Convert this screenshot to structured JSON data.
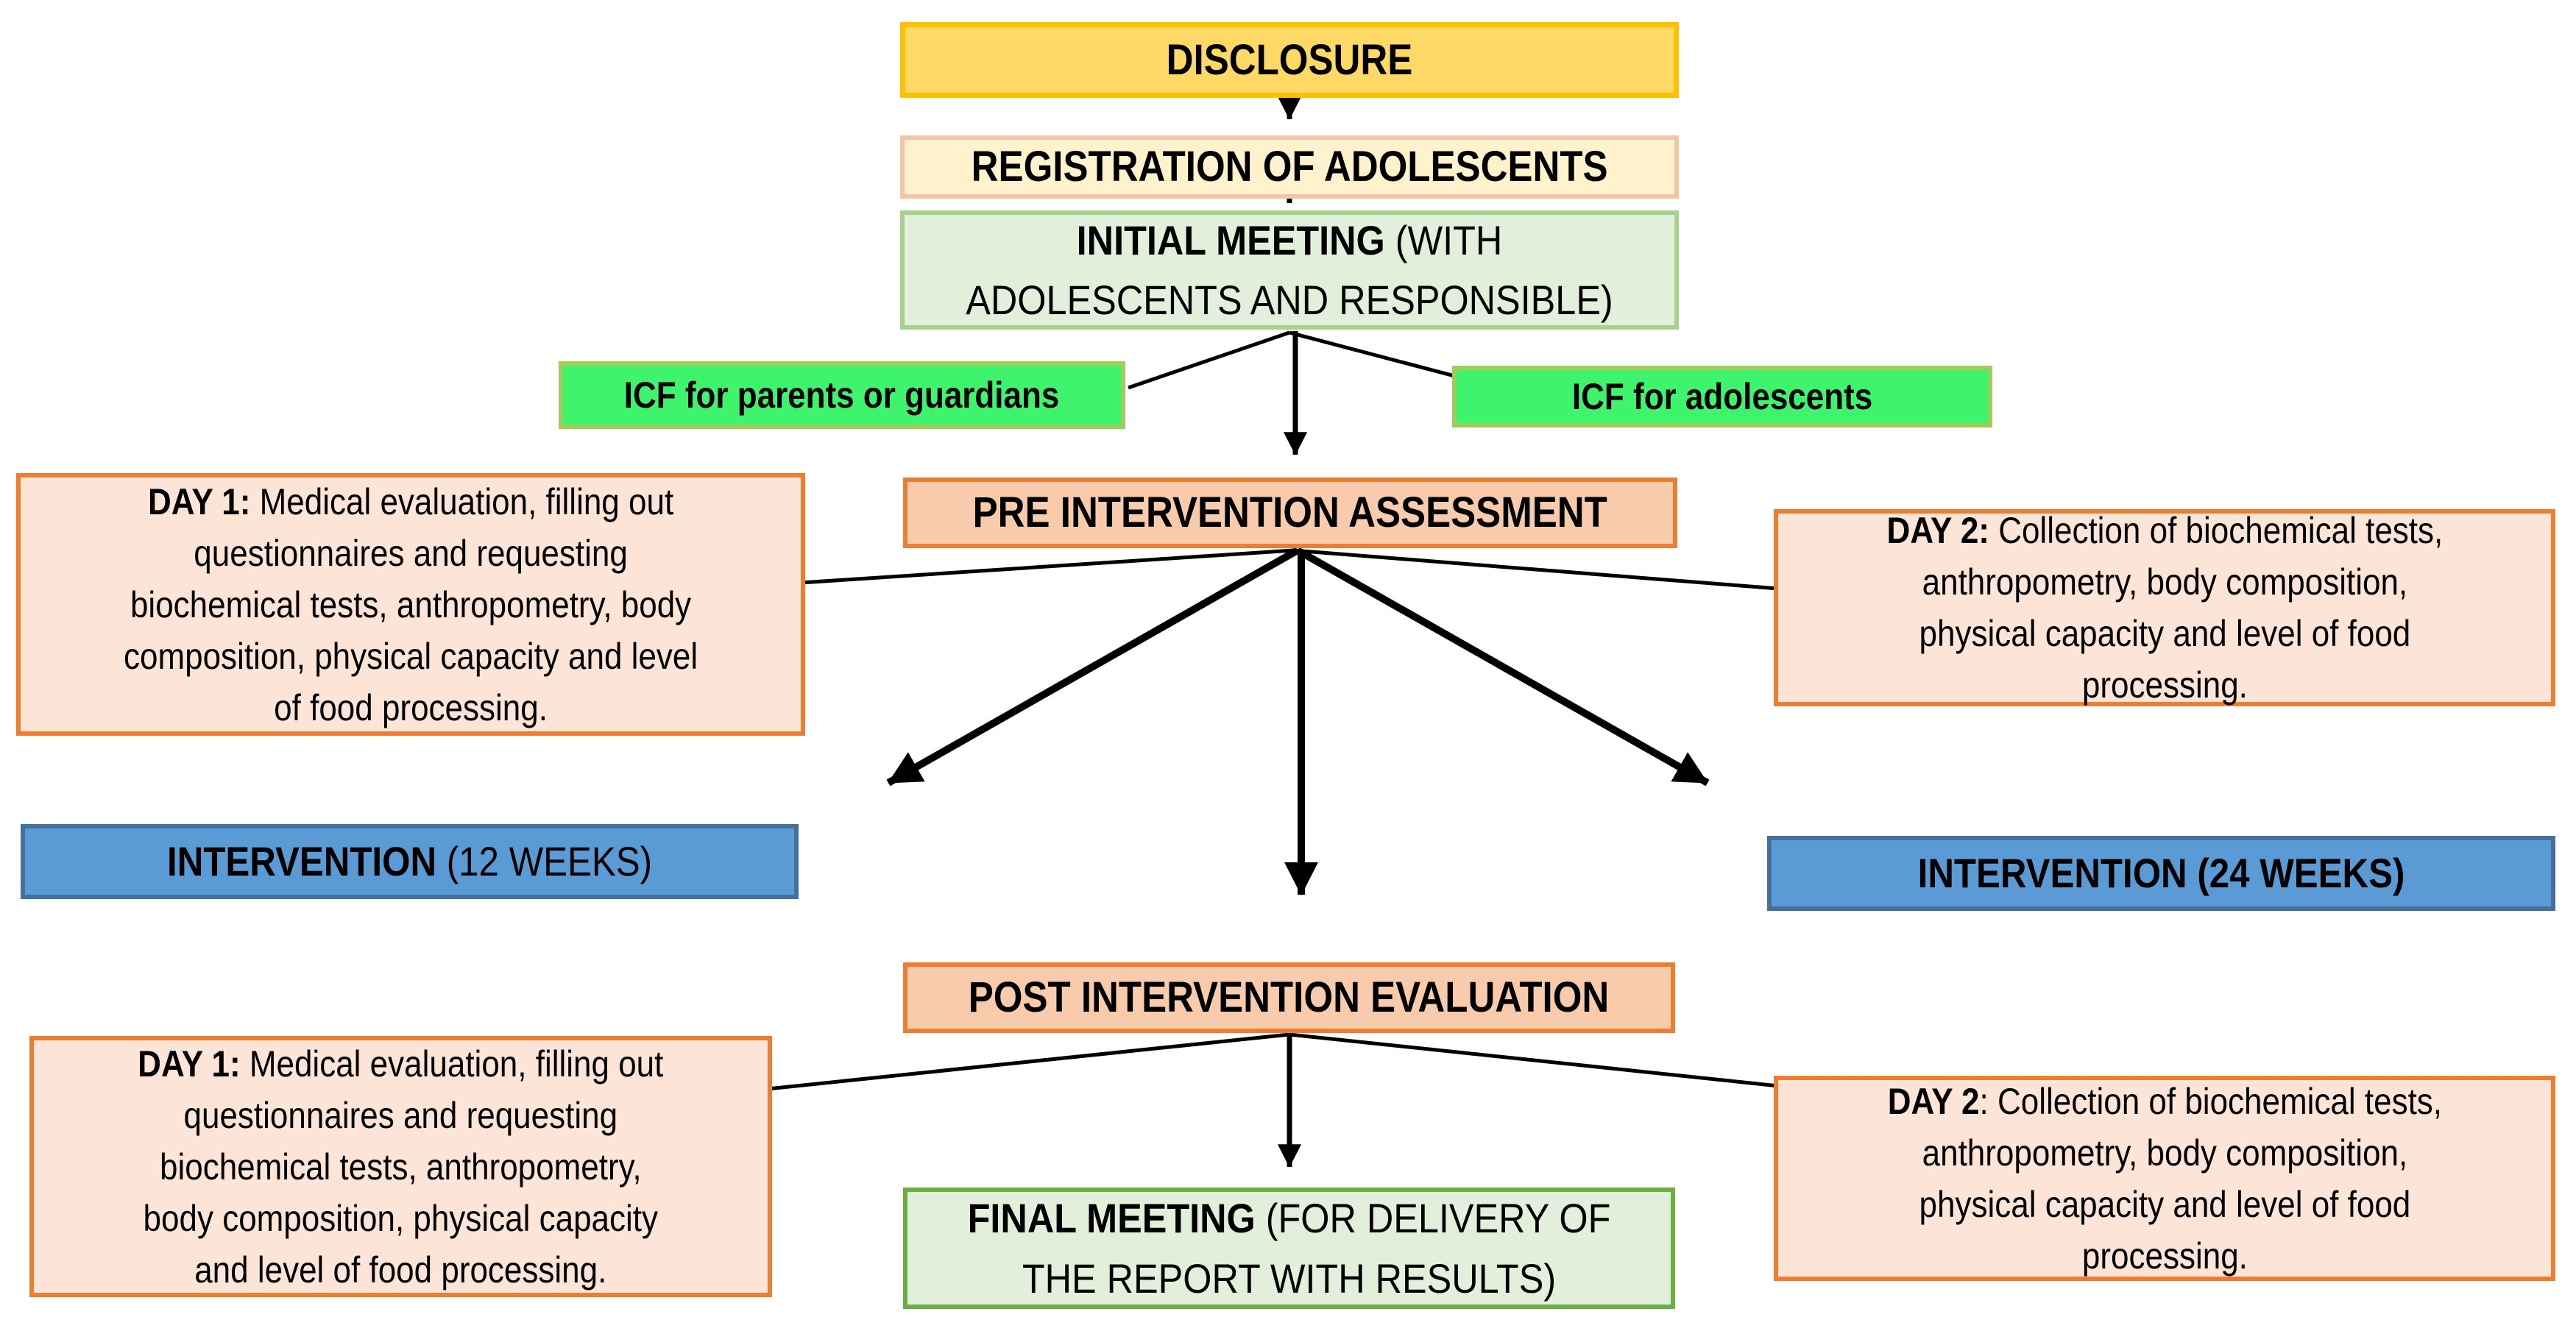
{
  "canvas": {
    "background": "#FFFFFF",
    "line_color": "#000000"
  },
  "colors": {
    "gold_fill": "#FFD966",
    "gold_border": "#FFC000",
    "cream_fill": "#FFF2CC",
    "peach_border": "#F2C5A3",
    "lightgreen_fill": "#E2EFDA",
    "lightgreen_border": "#A9D18E",
    "green_border": "#6DAE44",
    "brightgreen_fill": "#3DF46C",
    "brightgreen_border": "#A0CD5A",
    "orange_fill": "#F8CBAD",
    "orange_border": "#ED7D31",
    "palepeach_fill": "#FCE4D6",
    "blue_fill": "#5B9BD5",
    "blue_border": "#41719C"
  },
  "nodes": {
    "disclosure": {
      "label_bold": "DISCLOSURE",
      "label_rest": "",
      "fill": "#FFD966",
      "border": "#FFC000"
    },
    "registration": {
      "label_bold": "REGISTRATION OF ADOLESCENTS",
      "label_rest": "",
      "fill": "#FFF2CC",
      "border": "#F2C5A3"
    },
    "initial_meeting": {
      "label_bold": "INITIAL MEETING",
      "label_rest": [
        " (WITH",
        "ADOLESCENTS AND RESPONSIBLE)"
      ],
      "fill": "#E2EFDA",
      "border": "#A9D18E"
    },
    "icf_parents": {
      "label_bold": "ICF for parents or guardians",
      "label_rest": "",
      "fill": "#3DF46C",
      "border": "#A0CD5A"
    },
    "icf_adolescents": {
      "label_bold": "ICF for adolescents",
      "label_rest": "",
      "fill": "#3DF46C",
      "border": "#A0CD5A"
    },
    "pre_assessment": {
      "label_bold": "PRE INTERVENTION ASSESSMENT",
      "label_rest": "",
      "fill": "#F8CBAD",
      "border": "#ED7D31"
    },
    "day1_pre": {
      "label_bold": "DAY 1:",
      "label_rest": [
        " Medical evaluation, filling out",
        "questionnaires and requesting",
        "biochemical tests, anthropometry, body",
        "composition, physical capacity and level",
        "of food processing."
      ],
      "fill": "#FCE4D6",
      "border": "#ED7D31"
    },
    "day2_pre": {
      "label_bold": "DAY 2:",
      "label_rest": [
        " Collection of biochemical tests,",
        "anthropometry, body composition,",
        "physical capacity and level of food",
        "processing."
      ],
      "fill": "#FCE4D6",
      "border": "#ED7D31"
    },
    "intervention_12w": {
      "label_bold": "INTERVENTION",
      "label_rest": " (12 WEEKS)",
      "fill": "#5B9BD5",
      "border": "#41719C"
    },
    "intervention_24w": {
      "label_bold": "INTERVENTION (24 WEEKS)",
      "label_rest": "",
      "fill": "#5B9BD5",
      "border": "#41719C"
    },
    "post_evaluation": {
      "label_bold": "POST INTERVENTION EVALUATION",
      "label_rest": "",
      "fill": "#F8CBAD",
      "border": "#ED7D31"
    },
    "day1_post": {
      "label_bold": "DAY 1:",
      "label_rest": [
        " Medical evaluation, filling out",
        "questionnaires and requesting",
        "biochemical tests, anthropometry,",
        "body composition, physical capacity",
        "and level of food processing."
      ],
      "fill": "#FCE4D6",
      "border": "#ED7D31"
    },
    "day2_post": {
      "label_bold": "DAY 2",
      "label_rest": [
        ": Collection of biochemical tests,",
        "anthropometry, body composition,",
        "physical capacity and level of food",
        "processing."
      ],
      "fill": "#FCE4D6",
      "border": "#ED7D31"
    },
    "final_meeting": {
      "label_bold": "FINAL MEETING",
      "label_rest": [
        " (FOR DELIVERY OF",
        "THE REPORT WITH RESULTS)"
      ],
      "fill": "#E2EFDA",
      "border": "#6DAE44"
    }
  }
}
